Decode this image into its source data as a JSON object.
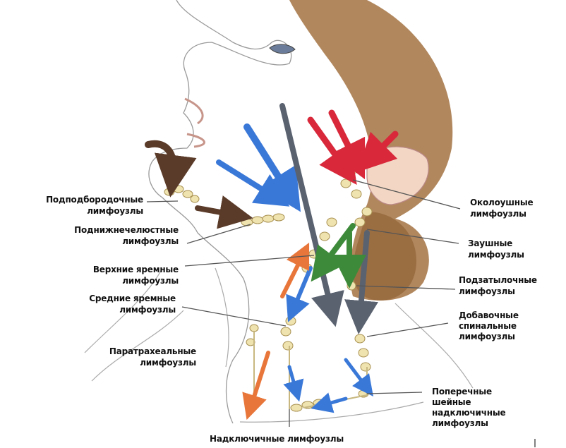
{
  "labels": {
    "submental": {
      "line1": "Подподбородочные",
      "line2": "лимфоузлы"
    },
    "submandibular": {
      "line1": "Поднижнечелюстные",
      "line2": "лимфоузлы"
    },
    "upper_jugular": {
      "line1": "Верхние яремные",
      "line2": "лимфоузлы"
    },
    "middle_jugular": {
      "line1": "Средние яремные",
      "line2": "лимфоузлы"
    },
    "paratracheal": {
      "line1": "Паратрахеальные",
      "line2": "лимфоузлы"
    },
    "parotid": {
      "line1": "Околоушные",
      "line2": "лимфоузлы"
    },
    "retroauricular": {
      "line1": "Заушные",
      "line2": "лимфоузлы"
    },
    "suboccipital": {
      "line1": "Подзатылочные",
      "line2": "лимфоузлы"
    },
    "spinal_accessory": {
      "line1": "Добавочные",
      "line2": "спинальные",
      "line3": "лимфоузлы"
    },
    "transverse_cervical": {
      "line1": "Поперечные",
      "line2": "шейные",
      "line3": "надключичные",
      "line4": "лимфоузлы"
    },
    "supraclavicular": {
      "line1": "Надключичные лимфоузлы"
    }
  },
  "colors": {
    "hair": "#a87a4c",
    "skin_line": "#9a9a9a",
    "node": "#efe3b0",
    "arrow_red": "#d8283a",
    "arrow_blue": "#3a78d8",
    "arrow_green": "#3d8a3a",
    "arrow_gray": "#5a6270",
    "arrow_brown": "#5a3a28",
    "arrow_orange": "#e8763a"
  }
}
